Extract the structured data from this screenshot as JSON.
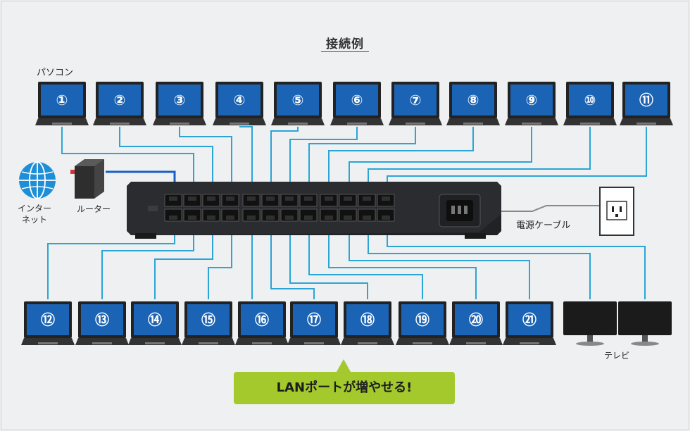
{
  "title": "接続例",
  "labels": {
    "pc": "パソコン",
    "internet": "インター\nネット",
    "router": "ルーター",
    "power_cable": "電源ケーブル",
    "tv": "テレビ"
  },
  "callout": "LANポートが増やせる!",
  "laptops": [
    {
      "num": "①"
    },
    {
      "num": "②"
    },
    {
      "num": "③"
    },
    {
      "num": "④"
    },
    {
      "num": "⑤"
    },
    {
      "num": "⑥"
    },
    {
      "num": "⑦"
    },
    {
      "num": "⑧"
    },
    {
      "num": "⑨"
    },
    {
      "num": "⑩"
    },
    {
      "num": "⑪"
    },
    {
      "num": "⑫"
    },
    {
      "num": "⑬"
    },
    {
      "num": "⑭"
    },
    {
      "num": "⑮"
    },
    {
      "num": "⑯"
    },
    {
      "num": "⑰"
    },
    {
      "num": "⑱"
    },
    {
      "num": "⑲"
    },
    {
      "num": "⑳"
    },
    {
      "num": "㉑"
    }
  ],
  "colors": {
    "cable": "#2aa5d6",
    "uplink": "#1b5fc9",
    "screen": "#1b63b4",
    "callout": "#a3c92c",
    "router_light": "#d4343a"
  },
  "icons": [
    "globe-icon",
    "router-icon",
    "switch-icon",
    "outlet-icon",
    "tv-icon",
    "laptop-icon"
  ]
}
